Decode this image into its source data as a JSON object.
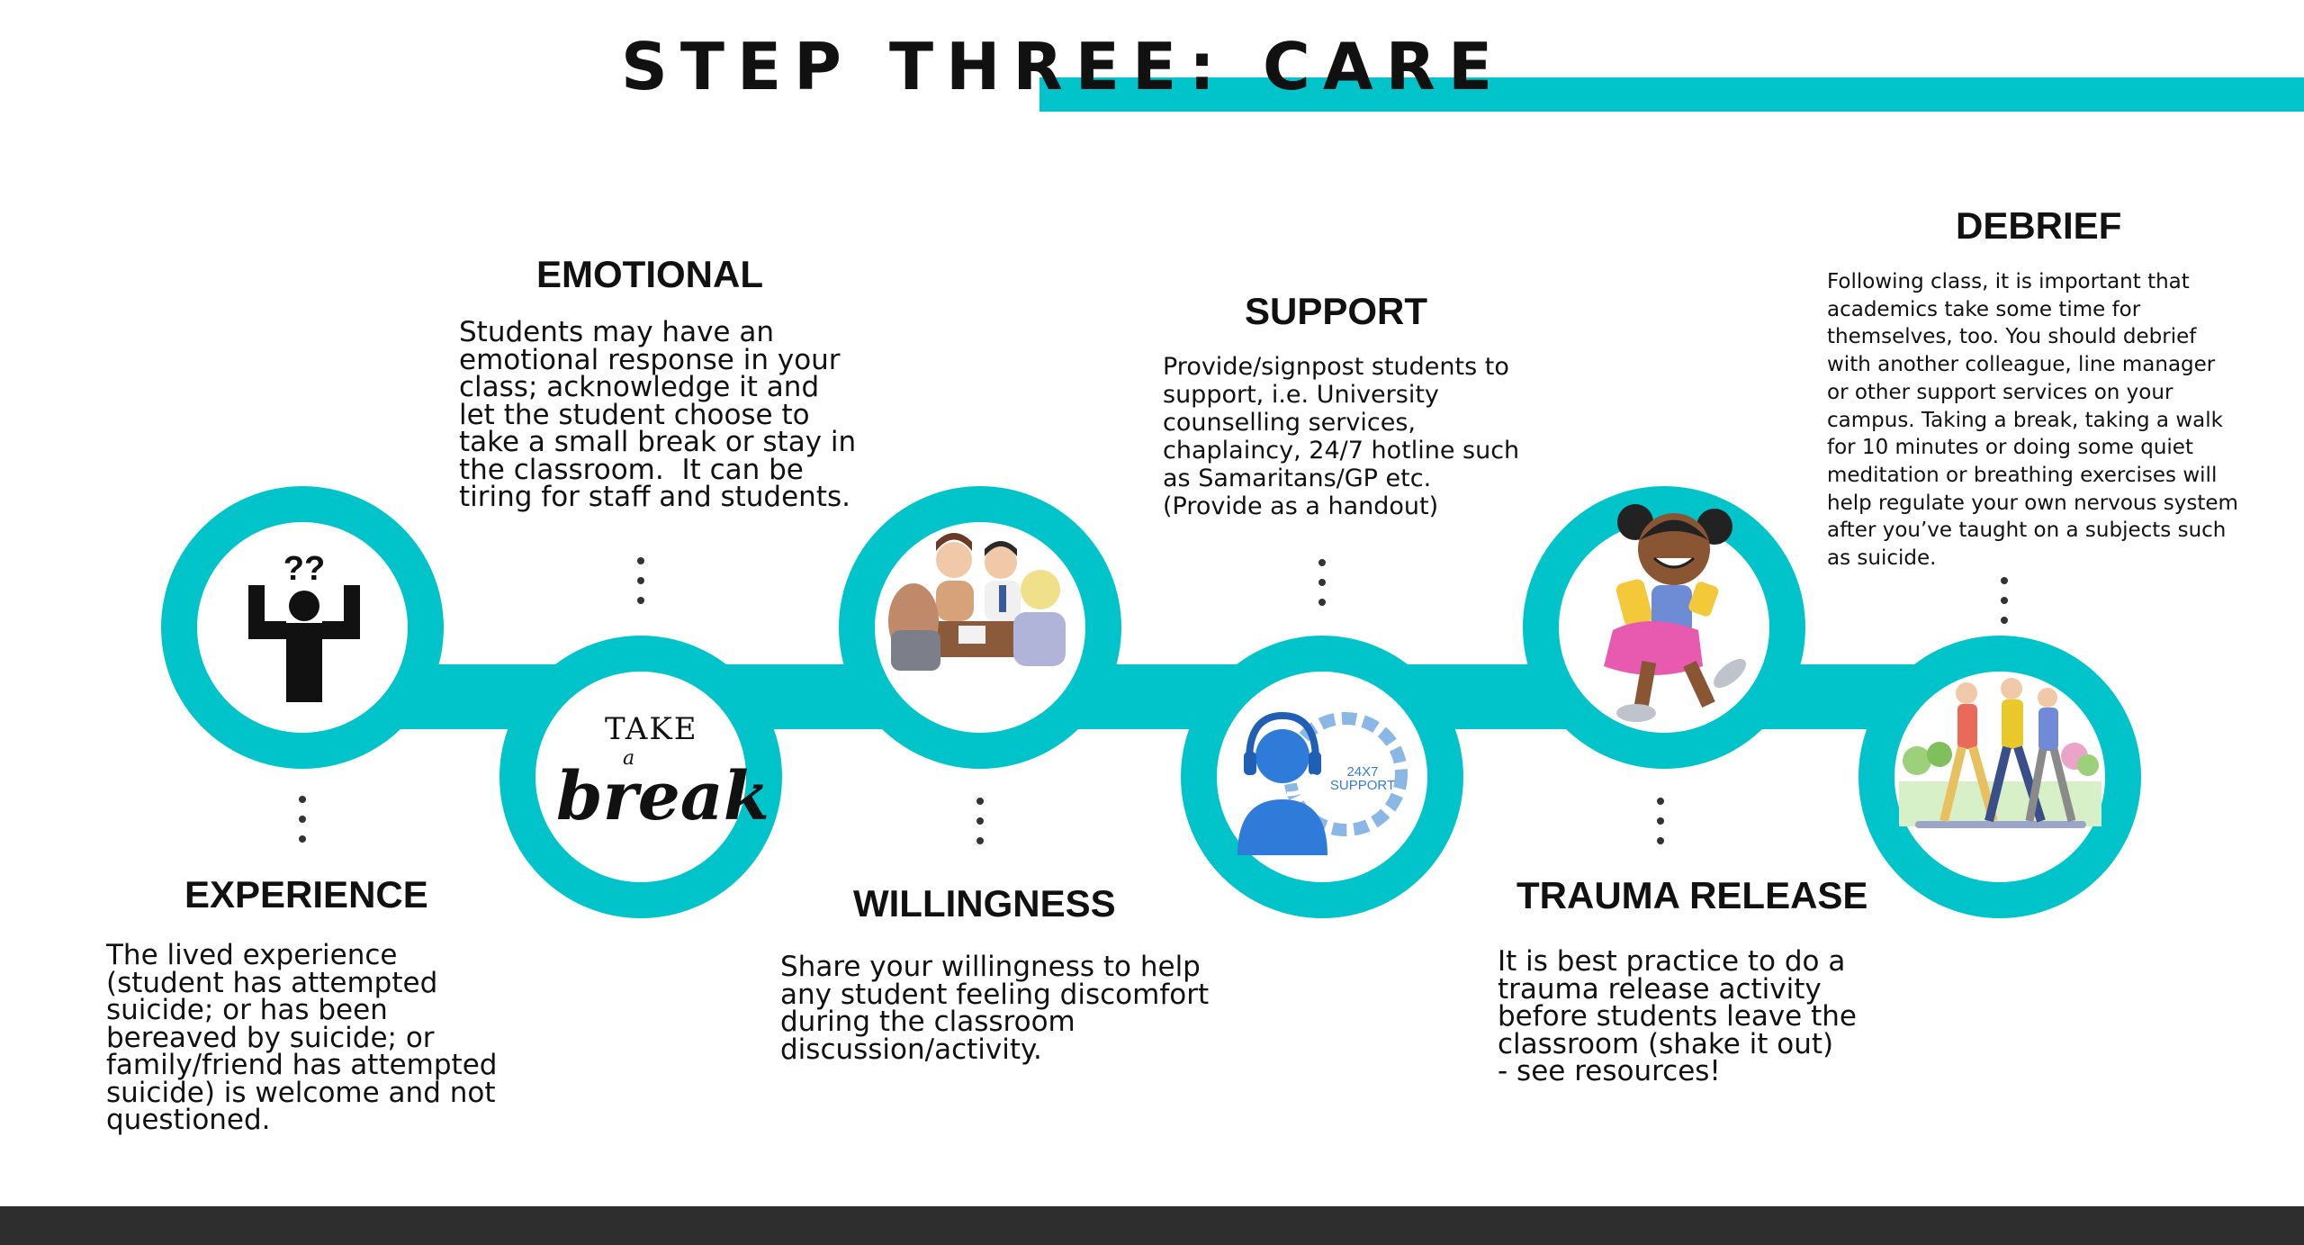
{
  "page": {
    "title": "STEP THREE: CARE",
    "accent_color": "#00c4c9",
    "footer_color": "#2e2e2e"
  },
  "steps": [
    {
      "heading": "EXPERIENCE",
      "icon": "confused-person-icon",
      "text": "The lived experience\n(student has attempted\nsuicide; or has been\nbereaved by suicide; or\nfamily/friend has attempted\nsuicide) is welcome and not\nquestioned."
    },
    {
      "heading": "EMOTIONAL",
      "icon": "take-a-break-icon",
      "text": "Students may have an\nemotional response in your\nclass; acknowledge it and\nlet the student choose to\ntake a small break or stay in\nthe classroom.  It can be\ntiring for staff and students."
    },
    {
      "heading": "WILLINGNESS",
      "icon": "group-discussion-icon",
      "text": "Share your willingness to help\nany student feeling discomfort\nduring the classroom\ndiscussion/activity."
    },
    {
      "heading": "SUPPORT",
      "icon": "support-24x7-icon",
      "icon_text": [
        "24X7",
        "SUPPORT"
      ],
      "text": "Provide/signpost students to\nsupport, i.e. University\ncounselling services,\nchaplaincy, 24/7 hotline such\nas Samaritans/GP etc.\n(Provide as a handout)"
    },
    {
      "heading": "TRAUMA RELEASE",
      "icon": "dancing-child-icon",
      "text": "It is best practice to do a\ntrauma release activity\nbefore students leave the\nclassroom (shake it out)\n- see resources!"
    },
    {
      "heading": "DEBRIEF",
      "icon": "people-walking-icon",
      "text": "Following class, it is important that\nacademics take some time for\nthemselves, too. You should debrief\nwith another colleague, line manager\nor other support services on your\ncampus. Taking a break, taking a walk\nfor 10 minutes or doing some quiet\nmeditation or breathing exercises will\nhelp regulate your own nervous system\nafter you’ve taught on a subjects such\nas suicide."
    }
  ],
  "break_icon": {
    "take": "TAKE",
    "a": "a",
    "break": "break"
  },
  "confused_icon": {
    "marks": "??"
  }
}
